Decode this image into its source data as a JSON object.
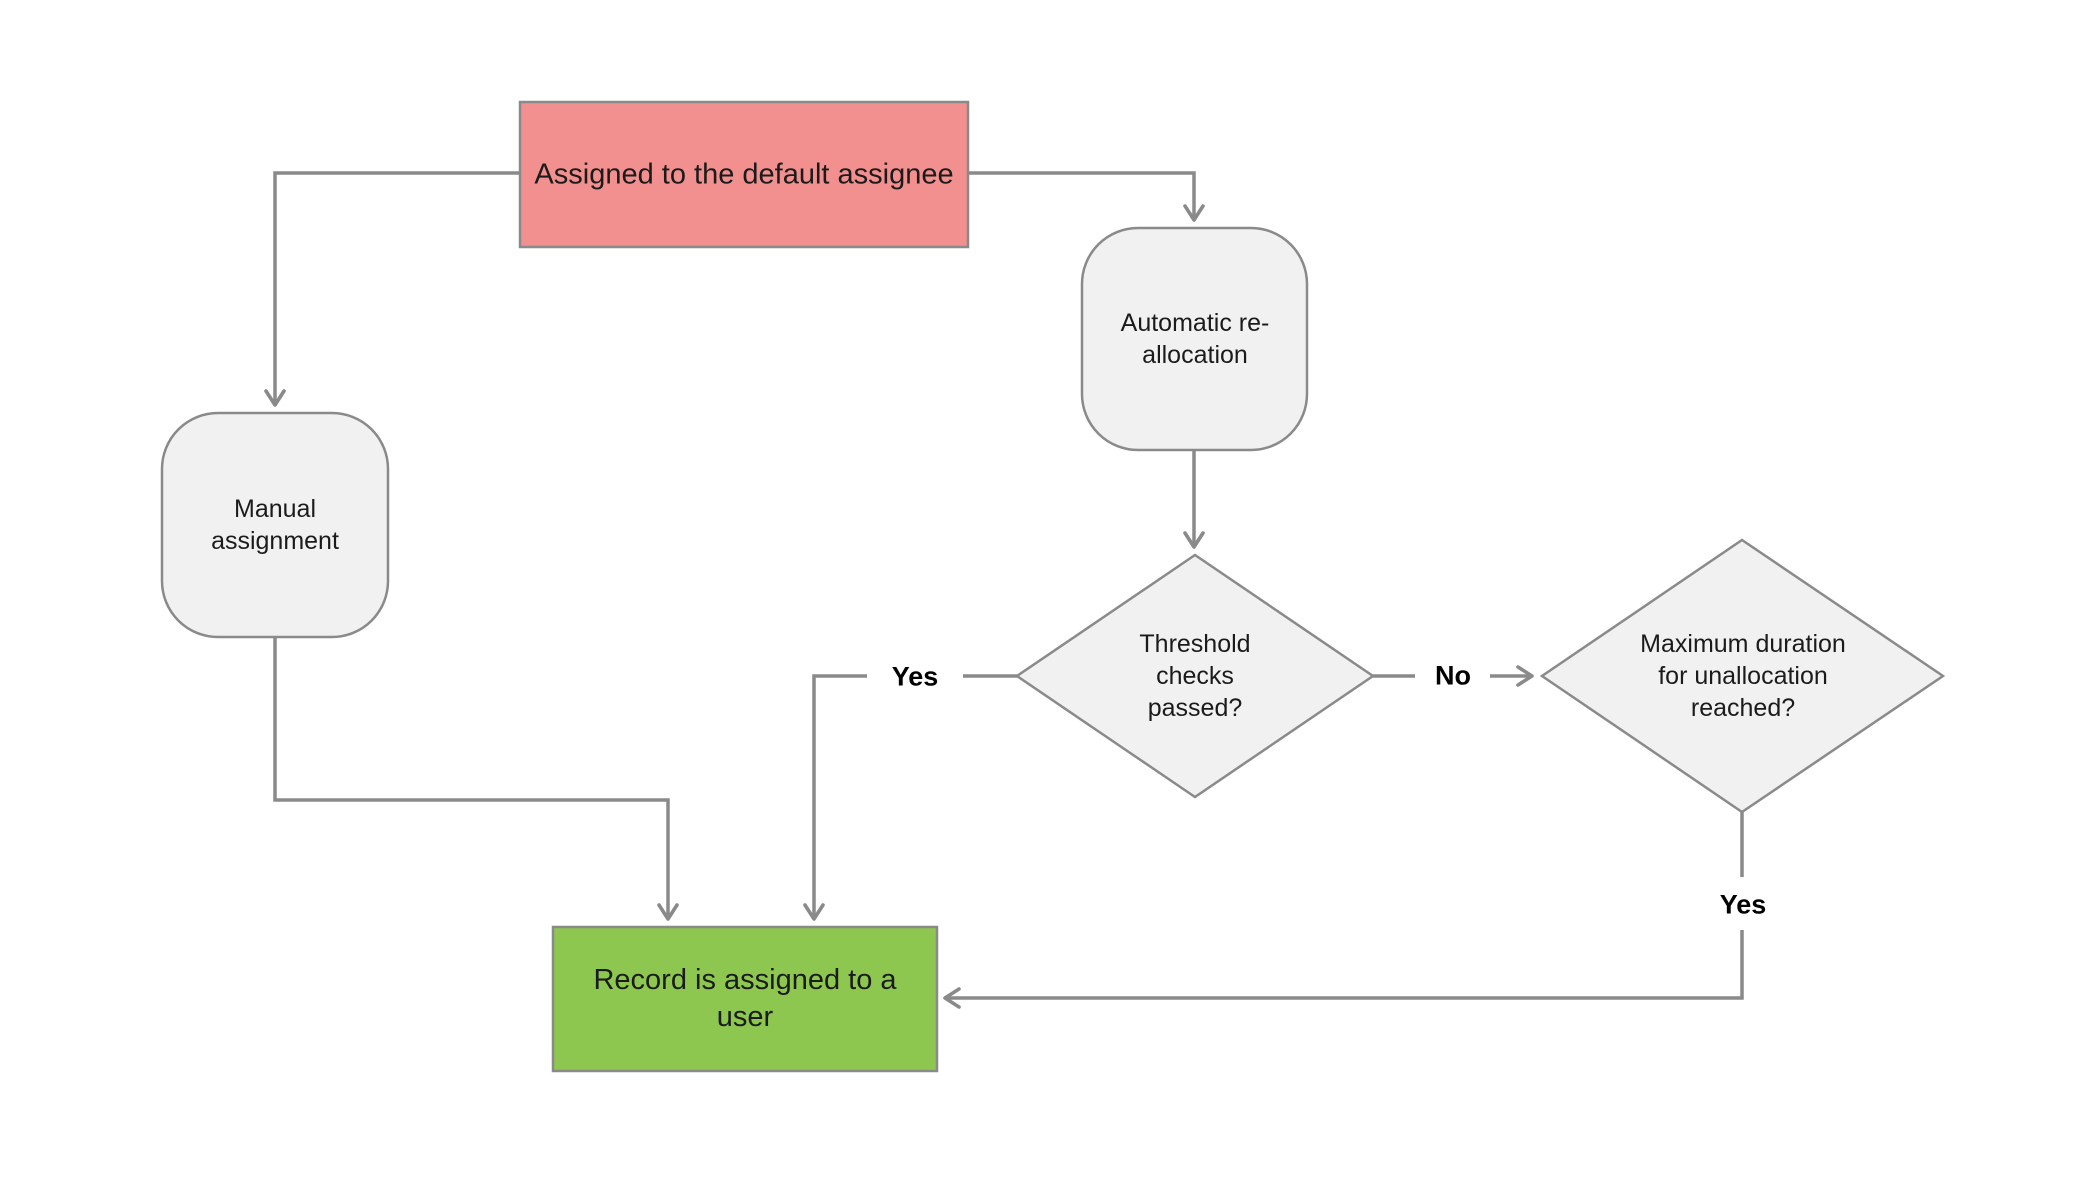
{
  "diagram": {
    "type": "flowchart",
    "nodes": {
      "default_assignee": {
        "label": "Assigned to the default assignee",
        "shape": "rectangle",
        "fill": "#F1908F"
      },
      "manual_assignment": {
        "label": "Manual assignment",
        "shape": "rounded-rectangle",
        "fill": "#F1F1F1"
      },
      "automatic_reallocation": {
        "label": "Automatic re-allocation",
        "shape": "rounded-rectangle",
        "fill": "#F1F1F1"
      },
      "threshold_checks": {
        "label": "Threshold checks passed?",
        "shape": "diamond",
        "fill": "#F1F1F1"
      },
      "max_duration": {
        "label": "Maximum duration for unallocation reached?",
        "shape": "diamond",
        "fill": "#F1F1F1"
      },
      "record_assigned": {
        "label": "Record is assigned to a user",
        "shape": "rectangle",
        "fill": "#8EC74F"
      }
    },
    "edge_labels": {
      "threshold_yes": "Yes",
      "threshold_no": "No",
      "max_duration_yes": "Yes"
    },
    "colors": {
      "start_fill": "#F1908F",
      "end_fill": "#8EC74F",
      "step_fill": "#F1F1F1",
      "shape_border": "#8A8A8A",
      "connector": "#8A8A8A",
      "text": "#1B1B1B",
      "background": "#FFFFFF"
    }
  }
}
